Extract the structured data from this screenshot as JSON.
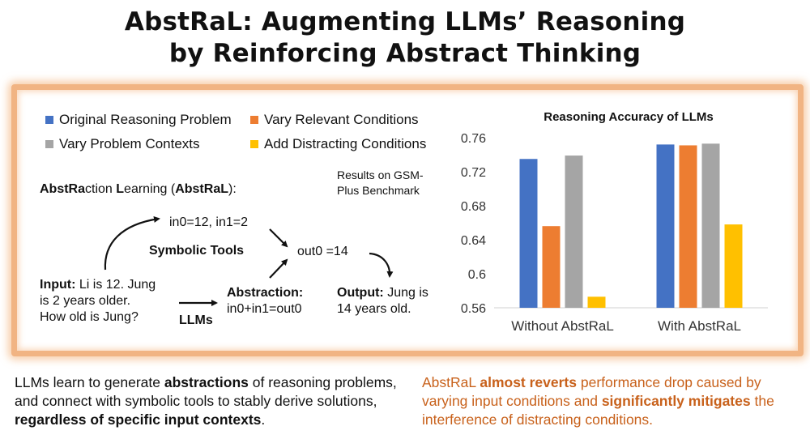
{
  "title": {
    "line1": "AbstRaL: Augmenting LLMs’ Reasoning",
    "line2": "by Reinforcing Abstract Thinking"
  },
  "legend": [
    {
      "label": "Original Reasoning Problem",
      "color": "#4472c4"
    },
    {
      "label": "Vary Relevant Conditions",
      "color": "#ed7d31"
    },
    {
      "label": "Vary Problem Contexts",
      "color": "#a5a5a5"
    },
    {
      "label": "Add Distracting Conditions",
      "color": "#ffc000"
    }
  ],
  "results_note": {
    "line1": "Results on GSM-",
    "line2": "Plus Benchmark"
  },
  "diagram": {
    "heading": {
      "p1": "AbstRa",
      "p2": "ction ",
      "p3": "L",
      "p4": "earning (",
      "p5": "AbstRaL",
      "p6": "):"
    },
    "in_values": "in0=12, in1=2",
    "symbolic_tools": "Symbolic Tools",
    "out_value": "out0 =14",
    "input_label": "Input:",
    "input_line1": " Li is 12. Jung",
    "input_line2": "is 2 years older.",
    "input_line3": "How old is Jung?",
    "llms": "LLMs",
    "abstraction_label": "Abstraction:",
    "abstraction_expr": "in0+in1=out0",
    "output_label": "Output:",
    "output_line1": " Jung is",
    "output_line2": "14 years old."
  },
  "chart_data": {
    "type": "bar",
    "title": "Reasoning Accuracy of LLMs",
    "categories": [
      "Without AbstRaL",
      "With AbstRaL"
    ],
    "series": [
      {
        "name": "Original Reasoning Problem",
        "values": [
          0.735,
          0.752
        ]
      },
      {
        "name": "Vary Relevant Conditions",
        "values": [
          0.656,
          0.751
        ]
      },
      {
        "name": "Vary Problem Contexts",
        "values": [
          0.739,
          0.753
        ]
      },
      {
        "name": "Add Distracting Conditions",
        "values": [
          0.573,
          0.658
        ]
      }
    ],
    "colors": [
      "#4472c4",
      "#ed7d31",
      "#a5a5a5",
      "#ffc000"
    ],
    "ylim": [
      0.56,
      0.76
    ],
    "yticks": [
      "0.76",
      "0.72",
      "0.68",
      "0.64",
      "0.6",
      "0.56"
    ],
    "grid": false,
    "legend": "top-left"
  },
  "bottom_left": {
    "t1": "LLMs learn to generate ",
    "t2": "abstractions",
    "t3": " of reasoning problems, and connect with symbolic tools to stably derive solutions, ",
    "t4": "regardless of specific input contexts",
    "t5": "."
  },
  "bottom_right": {
    "t1": "AbstRaL ",
    "t2": "almost reverts",
    "t3": " performance drop caused by varying input conditions and ",
    "t4": "significantly mitigates",
    "t5": " the interference of distracting conditions."
  }
}
